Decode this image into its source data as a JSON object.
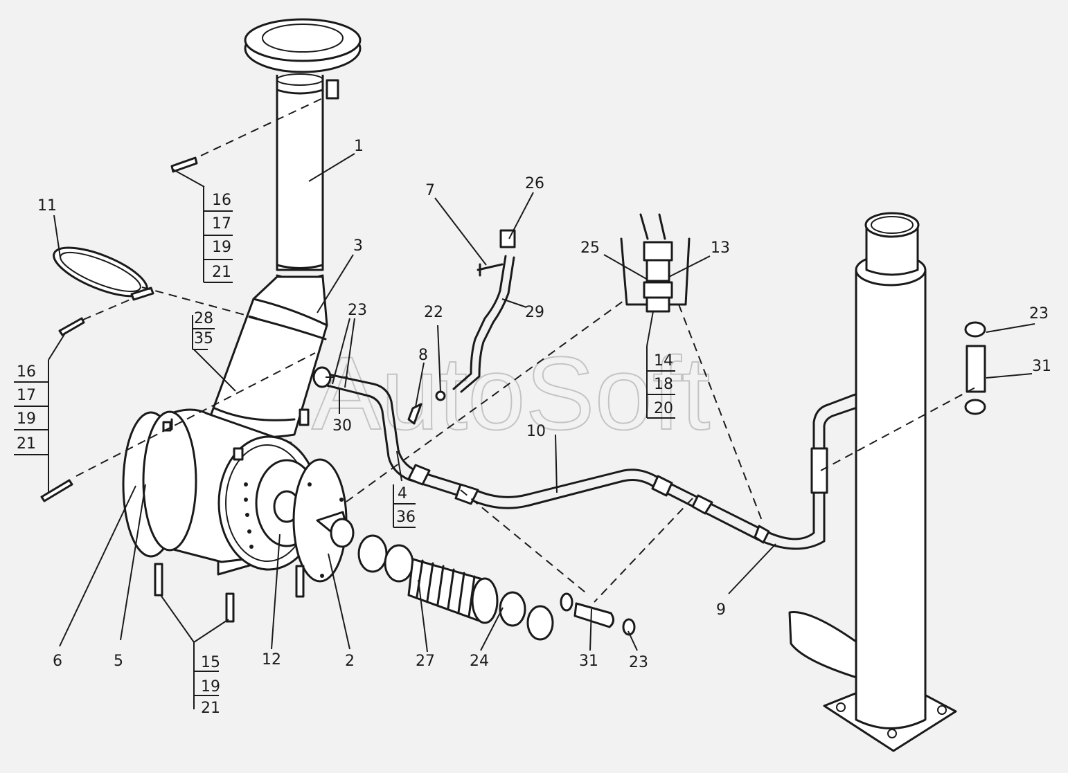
{
  "watermark": "AutoSoft",
  "labels": {
    "l1": "1",
    "l2": "2",
    "l3": "3",
    "l4": "4",
    "l36": "36",
    "l5": "5",
    "l6": "6",
    "l7": "7",
    "l8": "8",
    "l9": "9",
    "l10": "10",
    "l11": "11",
    "l12": "12",
    "l13": "13",
    "l14": "14",
    "l18": "18",
    "l20": "20",
    "l15": "15",
    "l15_19": "19",
    "l15_21": "21",
    "a16": "16",
    "a17": "17",
    "a19": "19",
    "a21": "21",
    "b16": "16",
    "b17": "17",
    "b19": "19",
    "b21": "21",
    "l22": "22",
    "l23a": "23",
    "l23b": "23",
    "l23c": "23",
    "l24": "24",
    "l25": "25",
    "l26": "26",
    "l27": "27",
    "l28": "28",
    "l35": "35",
    "l29": "29",
    "l30": "30",
    "l31a": "31",
    "l31b": "31"
  }
}
